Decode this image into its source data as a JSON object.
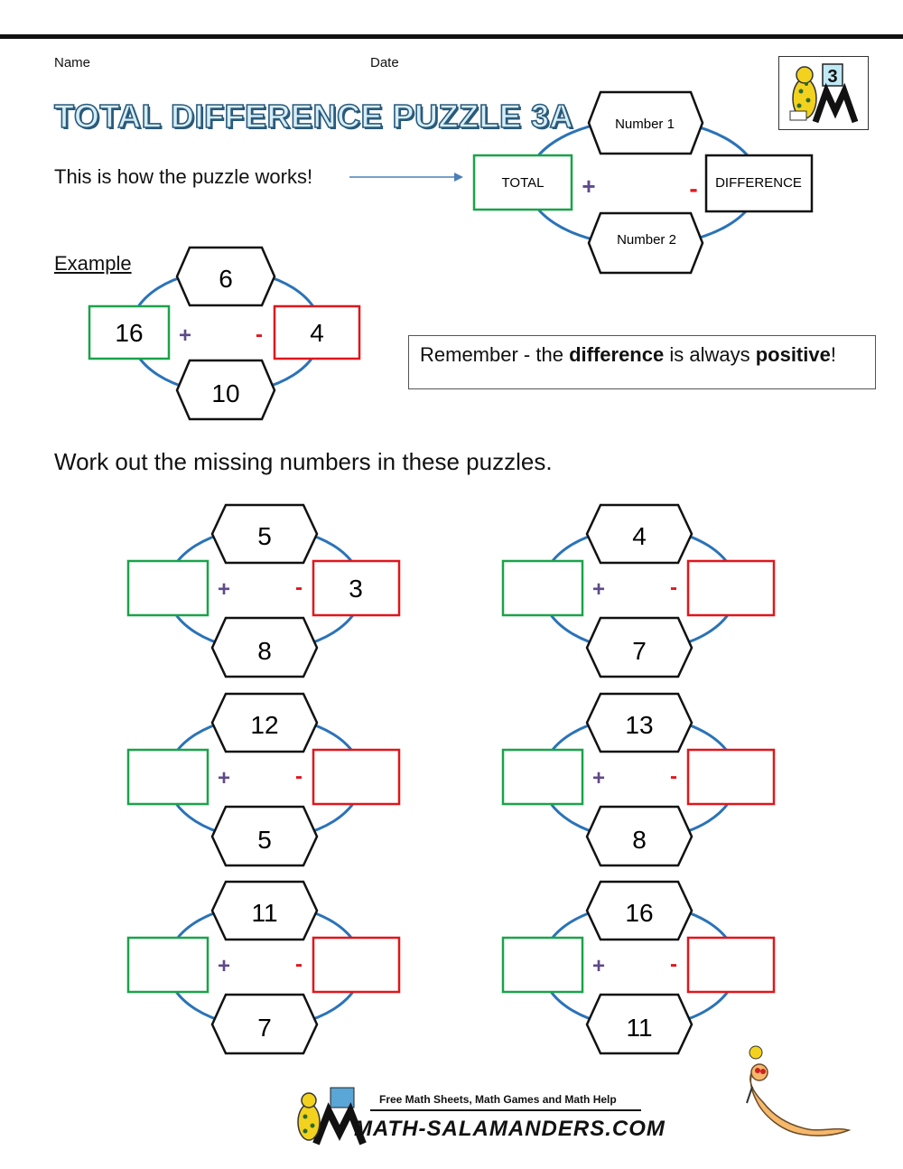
{
  "header": {
    "name_label": "Name",
    "date_label": "Date",
    "title": "TOTAL DIFFERENCE PUZZLE 3A"
  },
  "intro": {
    "text": "This is how the puzzle works!",
    "diagram": {
      "top": "Number 1",
      "bottom": "Number 2",
      "left": "TOTAL",
      "right": "DIFFERENCE",
      "plus": "+",
      "minus": "-"
    }
  },
  "example": {
    "label": "Example",
    "top": "6",
    "bottom": "10",
    "left": "16",
    "right": "4",
    "plus": "+",
    "minus": "-"
  },
  "remember": {
    "prefix": "Remember - the ",
    "bold1": "difference",
    "middle": " is always ",
    "bold2": "positive",
    "suffix": "!"
  },
  "instructions": "Work out the missing numbers in these puzzles.",
  "puzzles": [
    {
      "top": "5",
      "bottom": "8",
      "left": "",
      "right": "3"
    },
    {
      "top": "4",
      "bottom": "7",
      "left": "",
      "right": ""
    },
    {
      "top": "12",
      "bottom": "5",
      "left": "",
      "right": ""
    },
    {
      "top": "13",
      "bottom": "8",
      "left": "",
      "right": ""
    },
    {
      "top": "11",
      "bottom": "7",
      "left": "",
      "right": ""
    },
    {
      "top": "16",
      "bottom": "11",
      "left": "",
      "right": ""
    }
  ],
  "symbols": {
    "plus": "+",
    "minus": "-"
  },
  "logo": {
    "grade": "3"
  },
  "footer": {
    "tagline": "Free Math Sheets, Math Games and Math Help",
    "brand": "MATH-SALAMANDERS.COM"
  },
  "colors": {
    "ellipse": "#2a73b8",
    "total_border": "#1aa34a",
    "difference_border": "#e0161b",
    "plus": "#5e4a8a",
    "minus": "#e0161b"
  }
}
